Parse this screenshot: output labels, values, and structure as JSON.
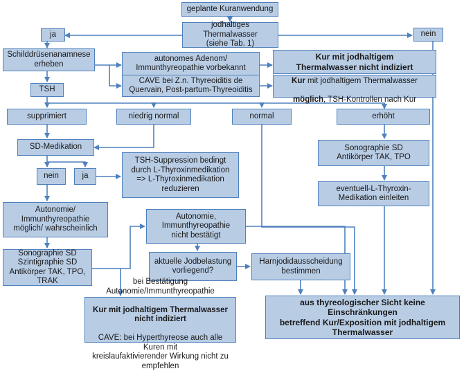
{
  "nodes": {
    "start": "geplante Kuranwendung",
    "thermal": "jodhaltiges Thermalwasser\n(siehe Tab. 1)",
    "ja_top": "ja",
    "nein_top": "nein",
    "anamnese": "Schilddrüsenanamnese\nerheben",
    "adenom": "autonomes Adenom/\nImmunthyreopathie vorbekannt",
    "nicht_indiziert": "Kur mit jodhaltigem\nThermalwasser nicht indiziert",
    "cave": "CAVE bei Z.n. Thyreoiditis de\nQuervain, Post-partum-Thyreoiditis",
    "moeglich_1": "Kur",
    "moeglich_2": " mit jodhaltigem Thermalwasser",
    "moeglich_3": "möglich",
    "moeglich_4": ", TSH-Kontrollen nach Kur",
    "tsh": "TSH",
    "supprimiert": "supprimiert",
    "niedrig": "niedrig normal",
    "normal": "normal",
    "erhoeht": "erhöht",
    "sd_medikation": "SD-Medikation",
    "nein_mid": "nein",
    "ja_mid": "ja",
    "tsh_suppression": "TSH-Suppression  bedingt\ndurch L-Thyroxinmedikation\n=> L-Thyroxinmedikation\nreduzieren",
    "sono_right": "Sonographie SD\nAntikörper TAK, TPO",
    "l_thyroxin": "eventuell-L-Thyroxin-\nMedikation einleiten",
    "autonomie": "Autonomie/\nImmunthyreopathie\nmöglich/ wahrscheinlich",
    "nicht_bestaetigt": "Autonomie,\nImmunthyreopathie\nnicht bestätigt",
    "jodbelastung": "aktuelle Jodbelastung\nvorliegend?",
    "harnjod": "Harnjodidausscheidung\nbestimmen",
    "sono_left": "Sonographie SD\nSzintigraphie SD\nAntikörper TAK, TPO, TRAK",
    "bestaetigung_1": "bei Bestätigung Autonomie/Immunthyreopathie",
    "bestaetigung_2": "Kur mit jodhaltigem Thermalwasser nicht indiziert",
    "bestaetigung_3": "CAVE: bei Hyperthyreose auch alle Kuren mit\nkreislaufaktivierender Wirkung nicht zu empfehlen",
    "final": "aus thyreologischer Sicht keine Einschränkungen\nbetreffend Kur/Exposition mit jodhaltigem\nThermalwasser"
  },
  "colors": {
    "box_fill": "#b8cce4",
    "box_border": "#4f81bd",
    "arrow": "#4f81bd"
  }
}
